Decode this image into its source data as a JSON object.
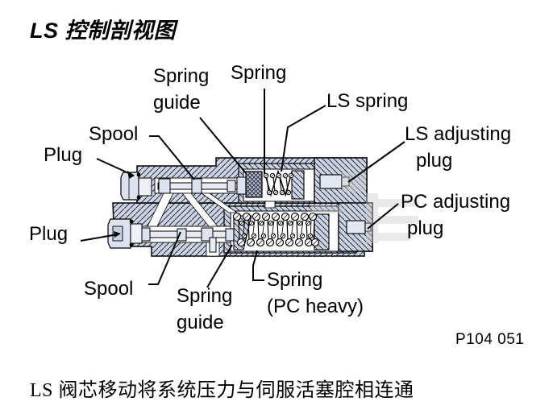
{
  "title": "LS 控制剖视图",
  "caption": "LS 阀芯移动将系统压力与伺服活塞腔相连通",
  "figure_code": "P104 051",
  "labels": {
    "spring_guide_top": {
      "line1": "Spring",
      "line2": "guide"
    },
    "spring_top": "Spring",
    "ls_spring": "LS spring",
    "ls_adjusting_plug": {
      "line1": "LS adjusting",
      "line2": "plug"
    },
    "pc_adjusting_plug": {
      "line1": "PC adjusting",
      "line2": "plug"
    },
    "spool_upper": "Spool",
    "plug_upper": "Plug",
    "plug_lower": "Plug",
    "spool_lower": "Spool",
    "spring_guide_bottom": {
      "line1": "Spring",
      "line2": "guide"
    },
    "spring_pc": {
      "line1": "Spring",
      "line2": "(PC heavy)"
    }
  },
  "colors": {
    "body_fill": "#ccd3e3",
    "hatch_line": "#2b2f3a",
    "outline": "#000000",
    "spool_fill": "#e7ebf4",
    "watermark": "#cfcfcf",
    "text": "#000000",
    "background": "#ffffff"
  }
}
